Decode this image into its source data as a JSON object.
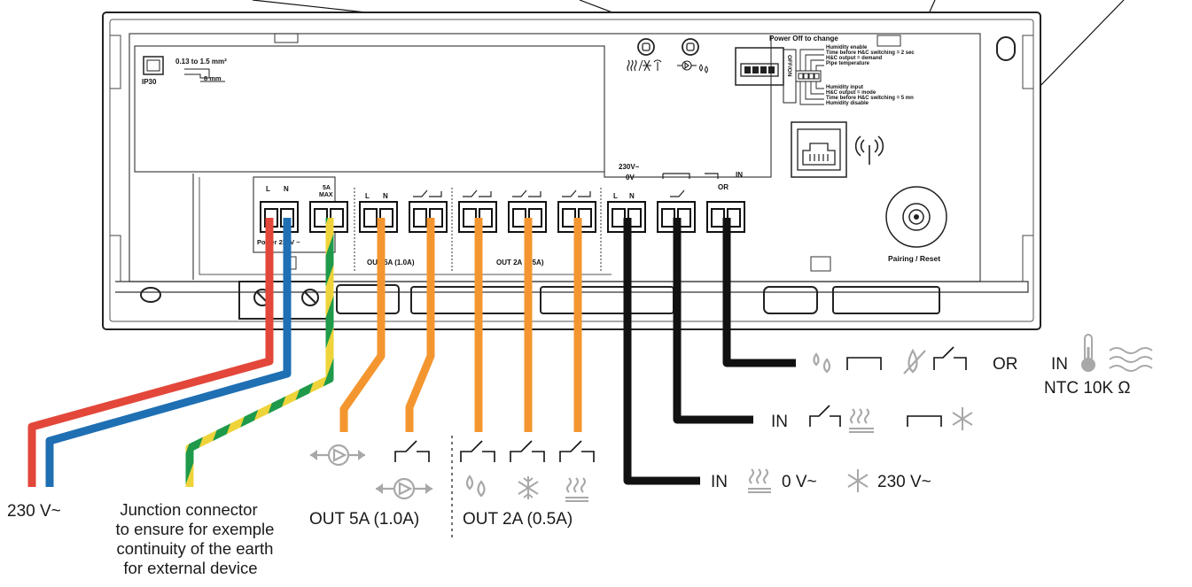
{
  "colors": {
    "live": "#e2473a",
    "neutral": "#1f6fb3",
    "earth_green": "#1e9a4a",
    "earth_yellow": "#efd33a",
    "output": "#f4962f",
    "input": "#111111",
    "symbol_grey": "#a8a8a8"
  },
  "device": {
    "ip_rating": "IP30",
    "wire_section": "0.13 to 1.5 mm²",
    "strip_length": "8 mm",
    "power_terminal": {
      "l": "L",
      "n": "N",
      "max_top": "5A",
      "max_bottom": "MAX",
      "caption": "Power 230V ~"
    },
    "out5_terminals": {
      "l": "L",
      "n": "N",
      "caption": "OUT 5A (1.0A)"
    },
    "out2_caption": "OUT 2A (0.5A)",
    "in_terminal_1": {
      "top": "230V~",
      "bottom": "0V",
      "l": "L",
      "n": "N"
    },
    "in_terminal_3": {
      "in": "IN",
      "or": "OR"
    },
    "switches": {
      "title": "Power Off to change",
      "side_label": "OFF/ON",
      "lines": [
        "Humidity enable",
        "Time before H&C switching = 2 sec",
        "H&C output = demand",
        "Pipe temperature",
        "Humidity input",
        "H&C output = mode",
        "Time before H&C switching = 5 mn",
        "Humidity disable"
      ]
    },
    "pairing_label": "Pairing / Reset"
  },
  "labels": {
    "mains": "230 V~",
    "junction": [
      "Junction connector",
      "to ensure for exemple",
      "continuity of the earth",
      "for external device"
    ],
    "out5": "OUT 5A (1.0A)",
    "out2": "OUT 2A (0.5A)",
    "in_hc": {
      "in": "IN",
      "zero": "0 V~",
      "v230": "230 V~"
    },
    "in_mode": {
      "in": "IN"
    },
    "in_sensor": {
      "or": "OR",
      "in": "IN",
      "ntc": "NTC 10K Ω"
    }
  },
  "icons": [
    "pump-icon",
    "relay-contact-icon",
    "humidity-drops-icon",
    "snowflake-icon",
    "heating-icon",
    "thermometer-icon",
    "floor-heating-waves-icon",
    "antenna-icon",
    "rj45-port-icon",
    "no-humidity-icon",
    "reset-button-icon"
  ]
}
